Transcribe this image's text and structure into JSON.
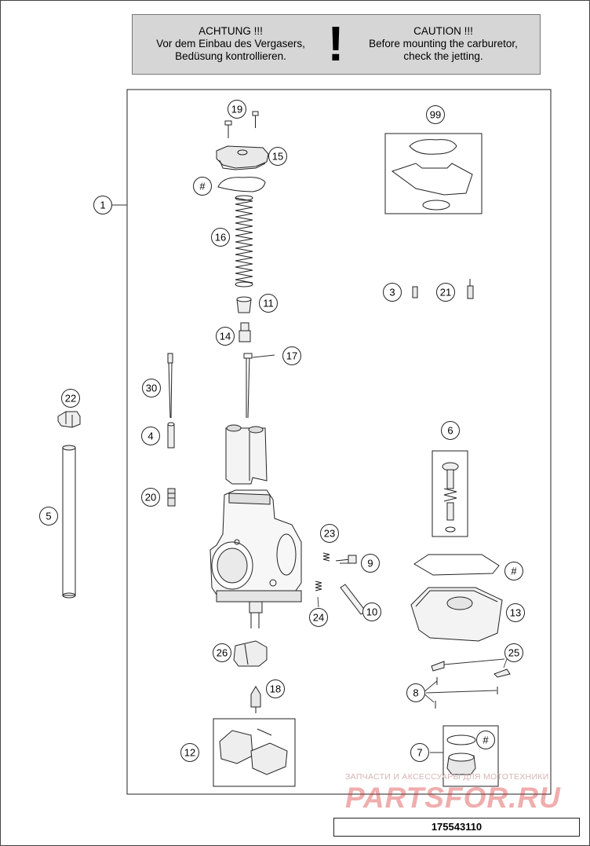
{
  "caution": {
    "german": [
      "ACHTUNG !!!",
      "Vor dem Einbau des Vergasers,",
      "Bedüsung kontrollieren."
    ],
    "mark": "!",
    "english": [
      "CAUTION !!!",
      "Before mounting the carburetor,",
      "check the jetting."
    ]
  },
  "callouts": {
    "c1": "1",
    "c19": "19",
    "c15": "15",
    "ch1": "#",
    "c16": "16",
    "c11": "11",
    "c14": "14",
    "c17": "17",
    "c30": "30",
    "c4": "4",
    "c20": "20",
    "c22": "22",
    "c5": "5",
    "c99": "99",
    "c3": "3",
    "c21": "21",
    "c6": "6",
    "c23": "23",
    "c9": "9",
    "c24": "24",
    "c10": "10",
    "ch2": "#",
    "c13": "13",
    "c25": "25",
    "c8": "8",
    "c26": "26",
    "c18": "18",
    "c12": "12",
    "c7": "7",
    "ch3": "#"
  },
  "watermark": {
    "caption": "ЗАПЧАСТИ И АКСЕССУАРЫ ДЛЯ МОТОТЕХНИКИ",
    "logo": "PARTSFOR.RU"
  },
  "footer": {
    "code": "175543110"
  }
}
